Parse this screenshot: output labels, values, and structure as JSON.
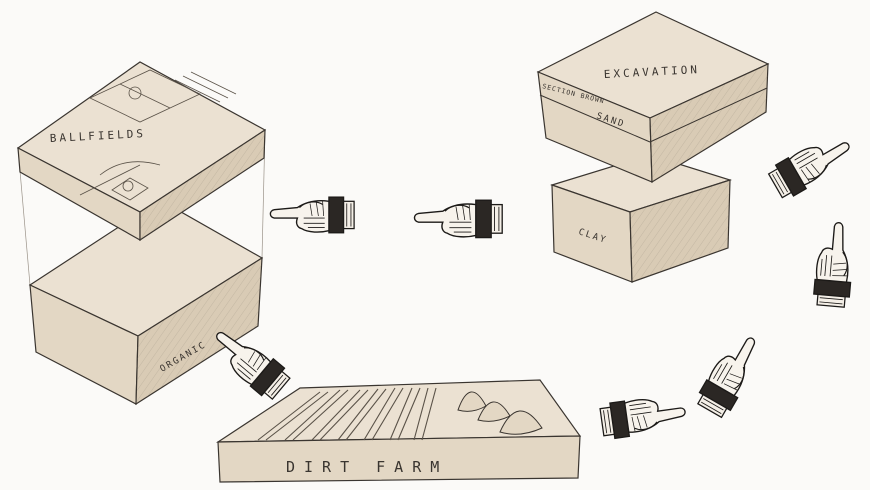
{
  "labels": {
    "ballfields": "BALLFIELDS",
    "organic": "ORGANIC",
    "excavation": "EXCAVATION",
    "section_brown": "SECTION BROWN",
    "sand": "SAND",
    "clay": "CLAY",
    "dirt_farm": "DIRT FARM"
  },
  "icons": {
    "arrow_glyph": "pointing-hand-icon"
  },
  "colors": {
    "soil_top": "#ebe1d2",
    "soil_front": "#e3d7c4",
    "soil_side": "#d9cbb5",
    "ink": "#3a3530",
    "paper": "#fbfaf8"
  }
}
